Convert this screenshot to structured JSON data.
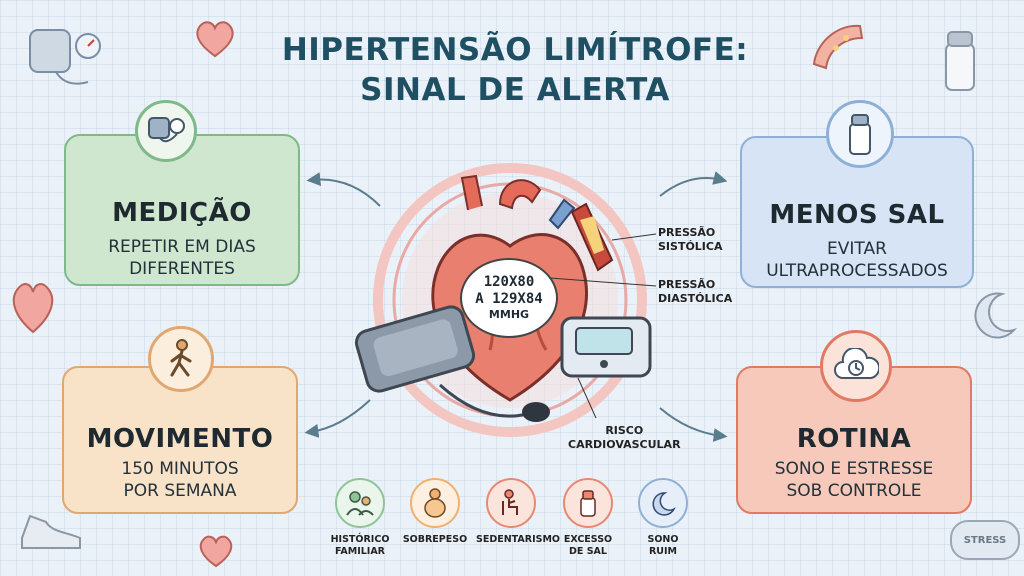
{
  "title": {
    "line1": "HIPERTENSÃO LIMÍTROFE:",
    "line2": "SINAL DE ALERTA"
  },
  "cards": {
    "medicao": {
      "heading": "MEDIÇÃO",
      "sub1": "REPETIR EM DIAS",
      "sub2": "DIFERENTES",
      "icon": "blood-pressure-cuff-icon",
      "color": "#cfe6cf",
      "border": "#7fb98a"
    },
    "menos_sal": {
      "heading": "MENOS SAL",
      "sub1": "EVITAR",
      "sub2": "ULTRAPROCESSADOS",
      "icon": "salt-shaker-icon",
      "color": "#d6e4f5",
      "border": "#8fb0d6"
    },
    "movimento": {
      "heading": "MOVIMENTO",
      "sub1": "150 MINUTOS",
      "sub2": "POR SEMANA",
      "icon": "walking-person-icon",
      "color": "#f8e2c8",
      "border": "#e0a870"
    },
    "rotina": {
      "heading": "ROTINA",
      "sub1": "SONO E ESTRESSE",
      "sub2": "SOB CONTROLE",
      "icon": "cloud-clock-icon",
      "color": "#f6c9bb",
      "border": "#e07a62"
    }
  },
  "center": {
    "range1": "120X80",
    "range2": "A 129X84",
    "unit": "MMHG",
    "callouts": {
      "sistolica1": "PRESSÃO",
      "sistolica2": "SISTÓLICA",
      "diastolica1": "PRESSÃO",
      "diastolica2": "DIASTÓLICA",
      "risco1": "RISCO",
      "risco2": "CARDIOVASCULAR"
    }
  },
  "factors": [
    {
      "line1": "HISTÓRICO",
      "line2": "FAMILIAR",
      "icon": "family-icon",
      "color": "#8fc49a"
    },
    {
      "line1": "SOBREPESO",
      "line2": "",
      "icon": "overweight-person-icon",
      "color": "#f0b070"
    },
    {
      "line1": "SEDENTARISMO",
      "line2": "",
      "icon": "sitting-person-icon",
      "color": "#e88870"
    },
    {
      "line1": "EXCESSO",
      "line2": "DE SAL",
      "icon": "salt-icon",
      "color": "#e88870"
    },
    {
      "line1": "SONO",
      "line2": "RUIM",
      "icon": "moon-icon",
      "color": "#8fb0d6"
    }
  ],
  "decor": {
    "stress_label": "STRESS"
  }
}
